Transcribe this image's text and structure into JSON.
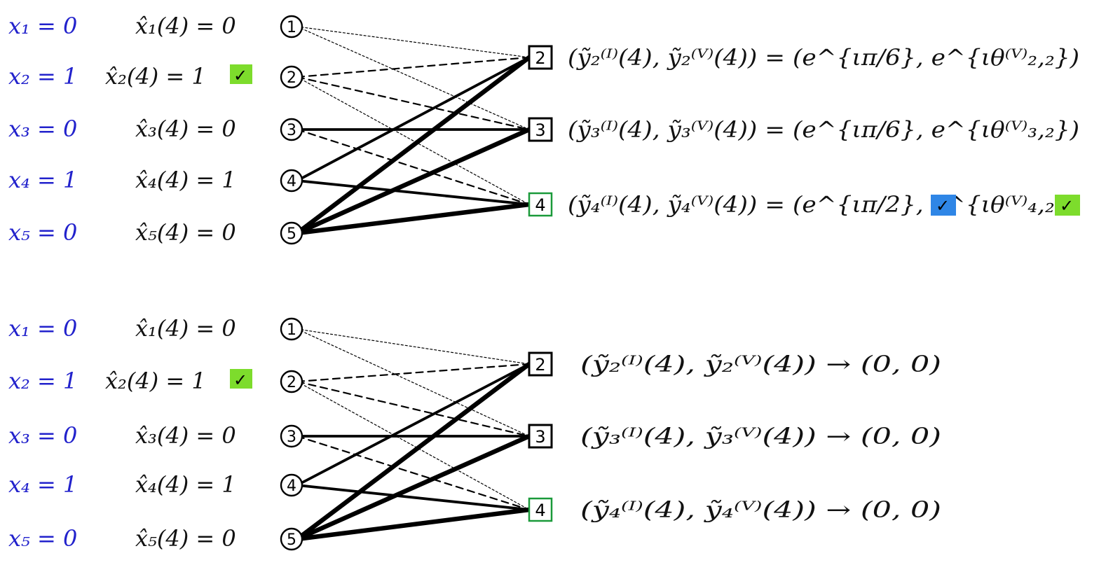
{
  "colors": {
    "true_label": "#2222cc",
    "check_green": "#7ddc2c",
    "check_blue": "#2f86e6",
    "check_node_green": "#1a9a3a"
  },
  "panels": [
    {
      "id": "top",
      "true_labels": [
        "x₁ = 0",
        "x₂ = 1",
        "x₃ = 0",
        "x₄ = 1",
        "x₅ = 0"
      ],
      "estimates": [
        "x̂₁(4) = 0",
        "x̂₂(4) = 1",
        "x̂₃(4) = 0",
        "x̂₄(4) = 1",
        "x̂₅(4) = 0"
      ],
      "variable_nodes": [
        "1",
        "2",
        "3",
        "4",
        "5"
      ],
      "check_nodes": [
        "2",
        "3",
        "4"
      ],
      "messages": [
        "(ỹ₂⁽ᴵ⁾(4),  ỹ₂⁽ⱽ⁾(4)) = (e^{ιπ/6},  e^{ιθ⁽ⱽ⁾₂,₂})",
        "(ỹ₃⁽ᴵ⁾(4),  ỹ₃⁽ⱽ⁾(4)) = (e^{ιπ/6},  e^{ιθ⁽ⱽ⁾₃,₂})",
        "(ỹ₄⁽ᴵ⁾(4),  ỹ₄⁽ⱽ⁾(4)) = (e^{ιπ/2},  e^{ιθ⁽ⱽ⁾₄,₂})"
      ],
      "check_marks": [
        "✓",
        "✓",
        "✓"
      ]
    },
    {
      "id": "bottom",
      "true_labels": [
        "x₁ = 0",
        "x₂ = 1",
        "x₃ = 0",
        "x₄ = 1",
        "x₅ = 0"
      ],
      "estimates": [
        "x̂₁(4) = 0",
        "x̂₂(4) = 1",
        "x̂₃(4) = 0",
        "x̂₄(4) = 1",
        "x̂₅(4) = 0"
      ],
      "variable_nodes": [
        "1",
        "2",
        "3",
        "4",
        "5"
      ],
      "check_nodes": [
        "2",
        "3",
        "4"
      ],
      "messages": [
        "(ỹ₂⁽ᴵ⁾(4),  ỹ₂⁽ⱽ⁾(4)) → (0,  0)",
        "(ỹ₃⁽ᴵ⁾(4),  ỹ₃⁽ⱽ⁾(4)) → (0,  0)",
        "(ỹ₄⁽ᴵ⁾(4),  ỹ₄⁽ⱽ⁾(4)) → (0,  0)"
      ],
      "check_marks": [
        "✓"
      ]
    }
  ],
  "edges": [
    {
      "from": "1",
      "to": "2",
      "style": "dotted"
    },
    {
      "from": "1",
      "to": "3",
      "style": "dotted"
    },
    {
      "from": "2",
      "to": "2",
      "style": "dashed"
    },
    {
      "from": "2",
      "to": "3",
      "style": "dashed"
    },
    {
      "from": "2",
      "to": "4",
      "style": "dotted"
    },
    {
      "from": "3",
      "to": "3",
      "style": "solid"
    },
    {
      "from": "3",
      "to": "4",
      "style": "dashed"
    },
    {
      "from": "4",
      "to": "2",
      "style": "solid"
    },
    {
      "from": "4",
      "to": "4",
      "style": "solid"
    },
    {
      "from": "5",
      "to": "2",
      "style": "bold"
    },
    {
      "from": "5",
      "to": "3",
      "style": "bold"
    },
    {
      "from": "5",
      "to": "4",
      "style": "bold"
    }
  ]
}
